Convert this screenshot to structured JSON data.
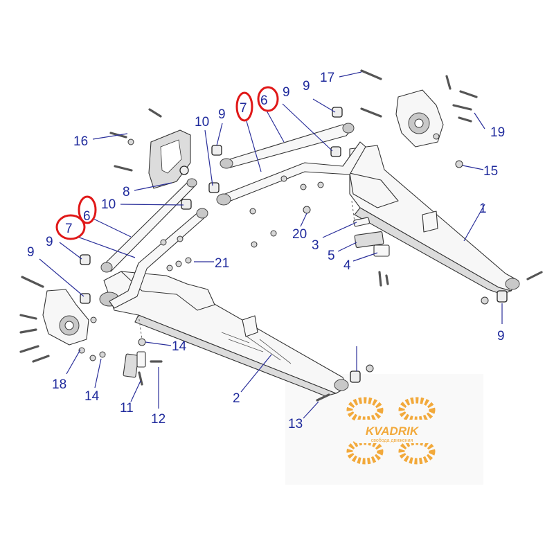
{
  "diagram": {
    "callouts": [
      {
        "id": "c1",
        "text": "1"
      },
      {
        "id": "c2",
        "text": "2"
      },
      {
        "id": "c3",
        "text": "3"
      },
      {
        "id": "c4",
        "text": "4"
      },
      {
        "id": "c5",
        "text": "5"
      },
      {
        "id": "c6a",
        "text": "6"
      },
      {
        "id": "c6b",
        "text": "6"
      },
      {
        "id": "c7a",
        "text": "7"
      },
      {
        "id": "c7b",
        "text": "7"
      },
      {
        "id": "c8",
        "text": "8"
      },
      {
        "id": "c9a",
        "text": "9"
      },
      {
        "id": "c9b",
        "text": "9"
      },
      {
        "id": "c9c",
        "text": "9"
      },
      {
        "id": "c9d",
        "text": "9"
      },
      {
        "id": "c9e",
        "text": "9"
      },
      {
        "id": "c9f",
        "text": "9"
      },
      {
        "id": "c10a",
        "text": "10"
      },
      {
        "id": "c10b",
        "text": "10"
      },
      {
        "id": "c11",
        "text": "11"
      },
      {
        "id": "c12",
        "text": "12"
      },
      {
        "id": "c13",
        "text": "13"
      },
      {
        "id": "c14a",
        "text": "14"
      },
      {
        "id": "c14b",
        "text": "14"
      },
      {
        "id": "c15",
        "text": "15"
      },
      {
        "id": "c16",
        "text": "16"
      },
      {
        "id": "c17",
        "text": "17"
      },
      {
        "id": "c18",
        "text": "18"
      },
      {
        "id": "c19",
        "text": "19"
      },
      {
        "id": "c20",
        "text": "20"
      },
      {
        "id": "c21",
        "text": "21"
      }
    ],
    "highlighted_callouts": [
      "c6a",
      "c6b",
      "c7a",
      "c7b"
    ],
    "colors": {
      "callout_text": "#1f2a9c",
      "highlight_ring": "#e01818",
      "watermark": "#f2a93b"
    }
  },
  "watermark": {
    "brand": "KVADRIK",
    "tagline": "свобода движения"
  }
}
